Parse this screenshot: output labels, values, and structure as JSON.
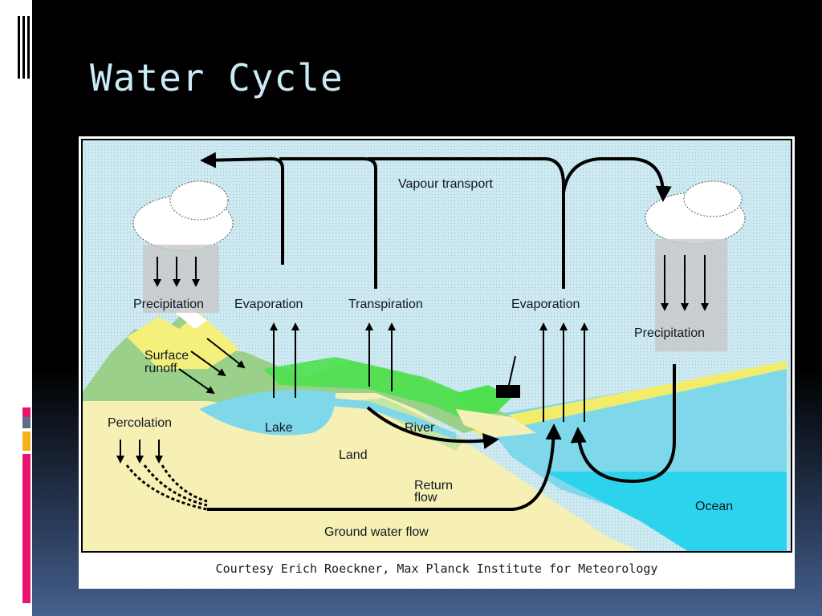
{
  "slide": {
    "title": "Water Cycle",
    "accent_colors": [
      "#e8136e",
      "#f5b21a",
      "#5e6f85"
    ]
  },
  "diagram": {
    "labels": {
      "vapour_transport": "Vapour transport",
      "precipitation_left": "Precipitation",
      "evaporation_left": "Evaporation",
      "transpiration": "Transpiration",
      "evaporation_right": "Evaporation",
      "precipitation_right": "Precipitation",
      "surface_runoff_line1": "Surface",
      "surface_runoff_line2": "runoff",
      "percolation": "Percolation",
      "lake": "Lake",
      "river": "River",
      "land": "Land",
      "return_flow_line1": "Return",
      "return_flow_line2": "flow",
      "ocean": "Ocean",
      "ground_water_flow": "Ground water flow"
    },
    "credit": "Courtesy Erich Roeckner, Max Planck Institute for Meteorology",
    "colors": {
      "sky": "#cde9f2",
      "land": "#f6f0b4",
      "water": "#7fd8ea",
      "ocean": "#2bd4ec",
      "vegetation": "#4ee04e",
      "hill_green": "#9ad08a",
      "cloud": "#ffffff",
      "rain": "#c8c8c8",
      "arrow": "#000000"
    }
  }
}
